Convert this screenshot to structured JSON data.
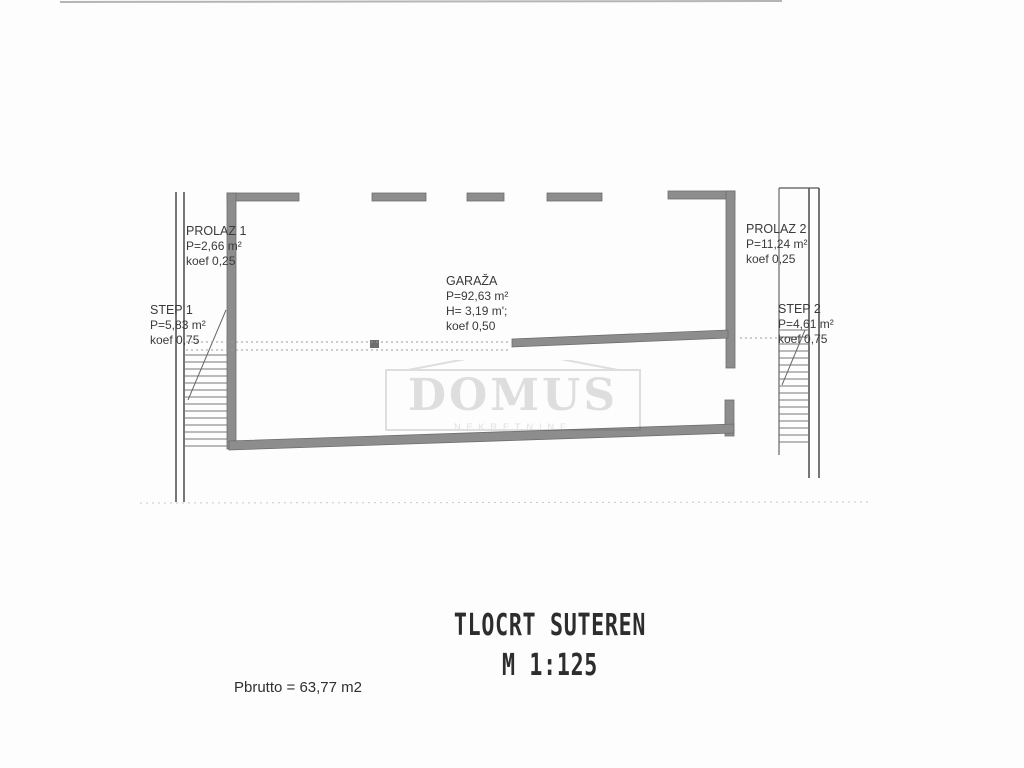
{
  "plan": {
    "title": "TLOCRT SUTEREN",
    "scale": "M 1:125",
    "gross_area": "Pbrutto = 63,77 m2"
  },
  "watermark": {
    "text": "DOMUS",
    "subtext": "NEKRETNINE"
  },
  "rooms": {
    "prolaz1": {
      "name": "PROLAZ 1",
      "area": "P=2,66 m²",
      "coef": "koef 0,25"
    },
    "step1": {
      "name": "STEP 1",
      "area": "P=5,83 m²",
      "coef": "koef 0,75"
    },
    "garaza": {
      "name": "GARAŽA",
      "area": "P=92,63 m²",
      "height": "H= 3,19 m';",
      "coef": "koef 0,50"
    },
    "prolaz2": {
      "name": "PROLAZ 2",
      "area": "P=11,24 m²",
      "coef": "koef 0,25"
    },
    "step2": {
      "name": "STEP 2",
      "area": "P=4,61 m²",
      "coef": "koef 0,75"
    }
  },
  "colors": {
    "wall": "#8d8d8d",
    "line": "#555555",
    "dotted": "#9a9a9a",
    "text": "#3a3a3a"
  }
}
